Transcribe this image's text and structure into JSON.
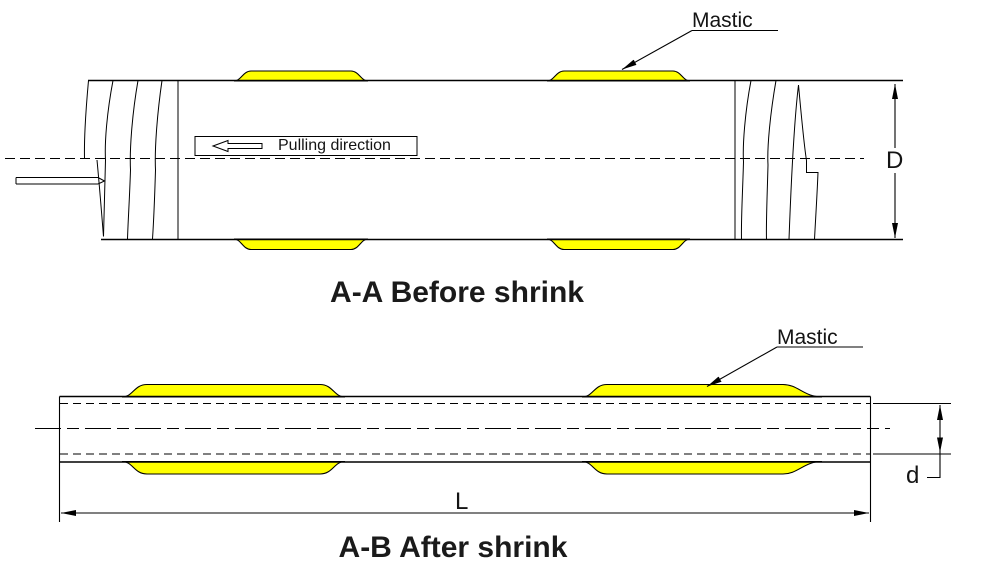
{
  "colors": {
    "mastic_fill": "#ffff00",
    "line": "#000000",
    "text": "#1a1a1a"
  },
  "views": {
    "before": {
      "title": "A-A Before shrink",
      "mastic_label": "Mastic",
      "pulling_direction_label": "Pulling direction",
      "outer_diameter_label": "D"
    },
    "after": {
      "title": "A-B After shrink",
      "mastic_label": "Mastic",
      "length_label": "L",
      "recovered_diameter_label": "d"
    }
  }
}
